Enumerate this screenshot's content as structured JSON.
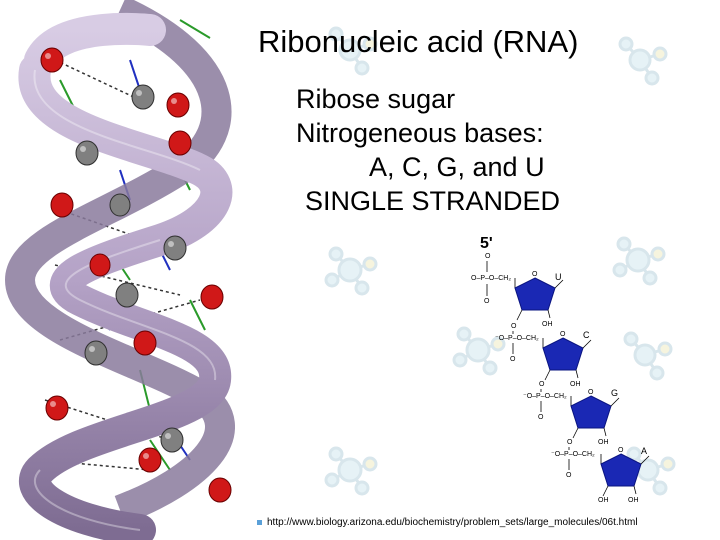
{
  "title": "Ribonucleic acid (RNA)",
  "bullets": [
    "Ribose sugar",
    "Nitrogeneous bases:",
    "A, C, G, and U",
    "SINGLE STRANDED"
  ],
  "diagram": {
    "five_prime": "5'",
    "phosphate_label": "O–P–O–CH₂",
    "phosphate_top": "O",
    "phosphate_minus": "⁻O–P–O–CH₂",
    "ring_o": "O",
    "oh_label": "OH",
    "o_label": "O",
    "bases": [
      "U",
      "C",
      "G",
      "A"
    ]
  },
  "source_url": "http://www.biology.arizona.edu/biochemistry/problem_sets/large_molecules/06t.html",
  "colors": {
    "ring": "#1a28b4",
    "helix": "#b8a8c8",
    "oxygen": "#d01818",
    "carbon": "#808080"
  }
}
